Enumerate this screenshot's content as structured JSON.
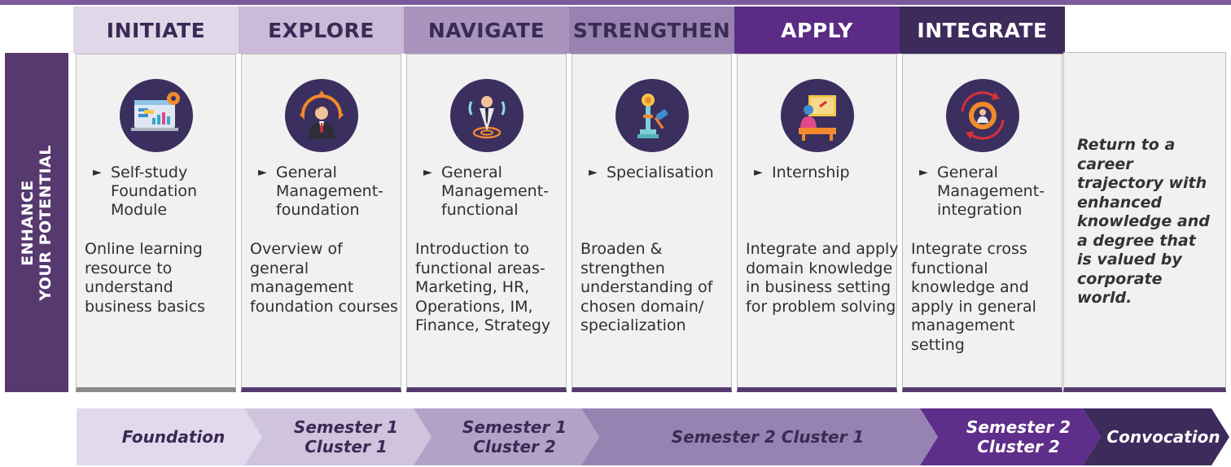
{
  "side_band": {
    "line1": "ENHANCE",
    "line2": "YOUR POTENTIAL"
  },
  "stages": [
    {
      "title": "INITIATE",
      "header_color": "#e0d7e8",
      "title_color": "#3b2a55",
      "card_border": "#8a8a8a",
      "icon": "dashboard-gear-icon",
      "bullet": "Self-study Foundation Module",
      "description": "Online learning resource to understand business basics"
    },
    {
      "title": "EXPLORE",
      "header_color": "#cbbad8",
      "title_color": "#3b2a55",
      "card_border": "#56396f",
      "icon": "businessman-arrows-icon",
      "bullet": "General Management-foundation",
      "description": "Overview of general management foundation courses"
    },
    {
      "title": "NAVIGATE",
      "header_color": "#a894bd",
      "title_color": "#3b2a55",
      "card_border": "#56396f",
      "icon": "target-person-icon",
      "bullet": "General Management-functional",
      "description": "Introduction to functional areas-Marketing, HR, Operations, IM, Finance, Strategy"
    },
    {
      "title": "STRENGTHEN",
      "header_color": "#9882b1",
      "title_color": "#3b2a55",
      "card_border": "#56396f",
      "icon": "gavel-trophy-icon",
      "bullet": "Specialisation",
      "description": "Broaden & strengthen understanding of chosen domain/ specialization"
    },
    {
      "title": "APPLY",
      "header_color": "#5b2b86",
      "title_color": "#ffffff",
      "card_border": "#56396f",
      "icon": "presenter-board-icon",
      "bullet": "Internship",
      "description": "Integrate and apply domain knowledge in business setting for problem solving"
    },
    {
      "title": "INTEGRATE",
      "header_color": "#3d2b5c",
      "title_color": "#ffffff",
      "card_border": "#56396f",
      "icon": "gear-person-cycle-icon",
      "bullet": "General Management-integration",
      "description": "Integrate cross functional knowledge and apply in general management setting"
    }
  ],
  "return_text": "Return to a career trajectory with enhanced knowledge and a degree that is valued by corporate world.",
  "timeline": [
    {
      "line1": "Foundation",
      "line2": "",
      "color": "#e2d9ec",
      "text_color": "#3b2a55"
    },
    {
      "line1": "Semester 1",
      "line2": "Cluster 1",
      "color": "#cfc3dd",
      "text_color": "#3b2a55"
    },
    {
      "line1": "Semester 1",
      "line2": "Cluster 2",
      "color": "#b3a2c8",
      "text_color": "#3b2a55"
    },
    {
      "line1": "Semester 2 Cluster 1",
      "line2": "",
      "color": "#9783b2",
      "text_color": "#3b2a55"
    },
    {
      "line1": "Semester 2",
      "line2": "Cluster 2",
      "color": "#5e2e8a",
      "text_color": "#ffffff"
    },
    {
      "line1": "Convocation",
      "line2": "",
      "color": "#3d2b5c",
      "text_color": "#ffffff"
    }
  ]
}
